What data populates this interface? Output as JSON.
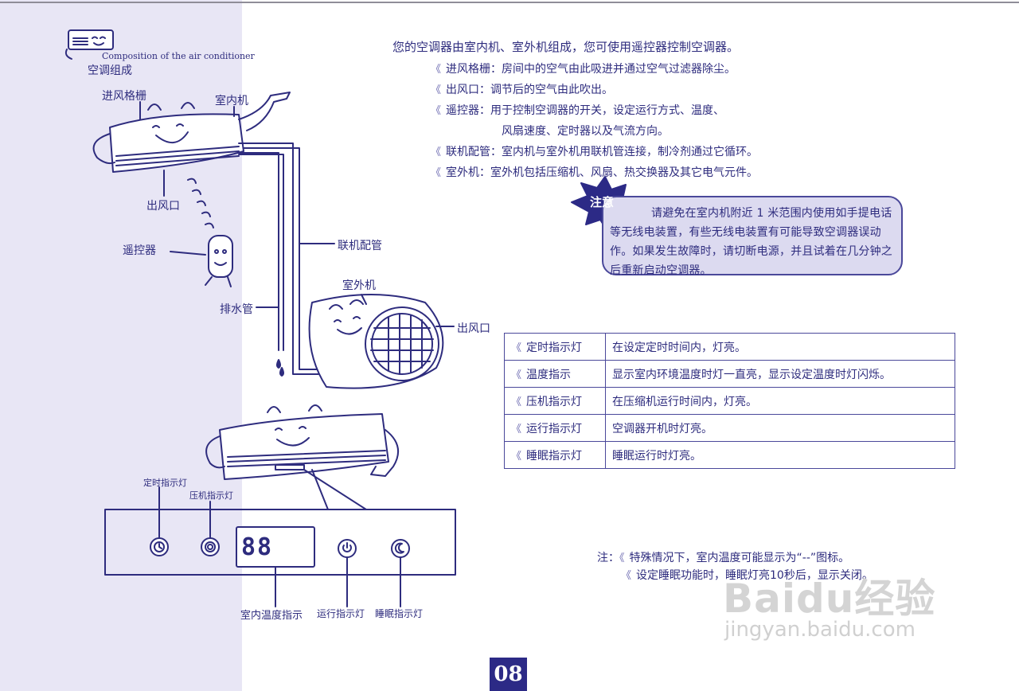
{
  "header": {
    "subtitle_en": "Composition of the air conditioner",
    "title": "空调组成"
  },
  "intro": "您的空调器由室内机、室外机组成，您可使用遥控器控制空调器。",
  "bullets": [
    "进风格栅：房间中的空气由此吸进并通过空气过滤器除尘。",
    "出风口：调节后的空气由此吹出。",
    "遥控器：用于控制空调器的开关，设定运行方式、温度、",
    "风扇速度、定时器以及气流方向。",
    "联机配管：室内机与室外机用联机管连接，制冷剂通过它循环。",
    "室外机：室外机包括压缩机、风扇、热交换器及其它电气元件。"
  ],
  "notice": {
    "label": "注意",
    "text": "请避免在室内机附近 1 米范围内使用如手提电话等无线电装置，有些无线电装置有可能导致空调器误动作。如果发生故障时，请切断电源，并且试着在几分钟之后重新启动空调器。"
  },
  "diagram_labels": {
    "inlet_grille": "进风格栅",
    "indoor_unit": "室内机",
    "outlet": "出风口",
    "remote": "遥控器",
    "pipe": "联机配管",
    "drain": "排水管",
    "outdoor_unit": "室外机",
    "outdoor_outlet": "出风口"
  },
  "panel_labels": {
    "timer_led": "定时指示灯",
    "compressor_led": "压机指示灯",
    "temp_indicator": "室内温度指示",
    "run_led": "运行指示灯",
    "sleep_led": "睡眠指示灯",
    "display": "88"
  },
  "indicator_table": [
    {
      "name": "定时指示灯",
      "desc": "在设定定时时间内，灯亮。"
    },
    {
      "name": "温度指示",
      "desc": "显示室内环境温度时灯一直亮，显示设定温度时灯闪烁。"
    },
    {
      "name": "压机指示灯",
      "desc": "在压缩机运行时间内，灯亮。"
    },
    {
      "name": "运行指示灯",
      "desc": "空调器开机时灯亮。"
    },
    {
      "name": "睡眠指示灯",
      "desc": "睡眠运行时灯亮。"
    }
  ],
  "footnotes": {
    "prefix": "注：",
    "line1": "特殊情况下，室内温度可能显示为“--”图标。",
    "line2": "设定睡眠功能时，睡眠灯亮10秒后，显示关闭。"
  },
  "page_number": "08",
  "watermark": {
    "brand": "Baidu经验",
    "url": "jingyan.baidu.com"
  },
  "icons": [
    "chevron-bullet-icon",
    "timer-icon",
    "compressor-icon",
    "power-icon",
    "sleep-moon-icon",
    "ac-logo-icon"
  ],
  "colors": {
    "ink": "#2e2c7e",
    "band": "#e8e6f5",
    "notice_fill": "#dcdaf0",
    "page_badge": "#2c2a86"
  }
}
